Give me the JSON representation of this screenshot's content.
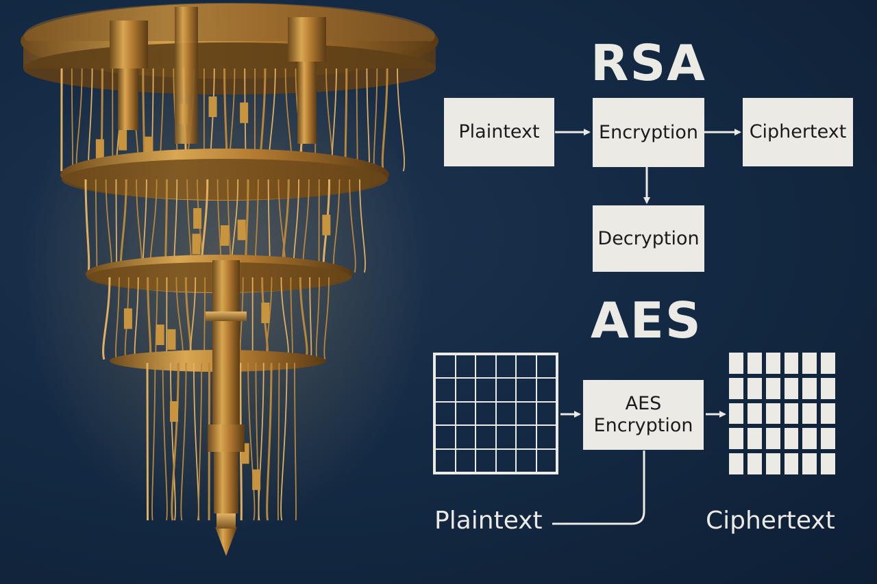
{
  "colors": {
    "background": "#142a44",
    "box_fill": "#eceae4",
    "box_text": "#1b1b1b",
    "line": "#eceae4",
    "gold": "#c8953e"
  },
  "rsa": {
    "heading": "RSA",
    "plaintext": "Plaintext",
    "encryption": "Encryption",
    "ciphertext": "Ciphertext",
    "decryption": "Decryption"
  },
  "aes": {
    "heading": "AES",
    "encryption_line1": "AES",
    "encryption_line2": "Encryption",
    "plaintext": "Plaintext",
    "ciphertext": "Ciphertext",
    "grid_rows": 5,
    "grid_cols": 6
  },
  "illustration": {
    "subject": "quantum-computer-chandelier"
  }
}
